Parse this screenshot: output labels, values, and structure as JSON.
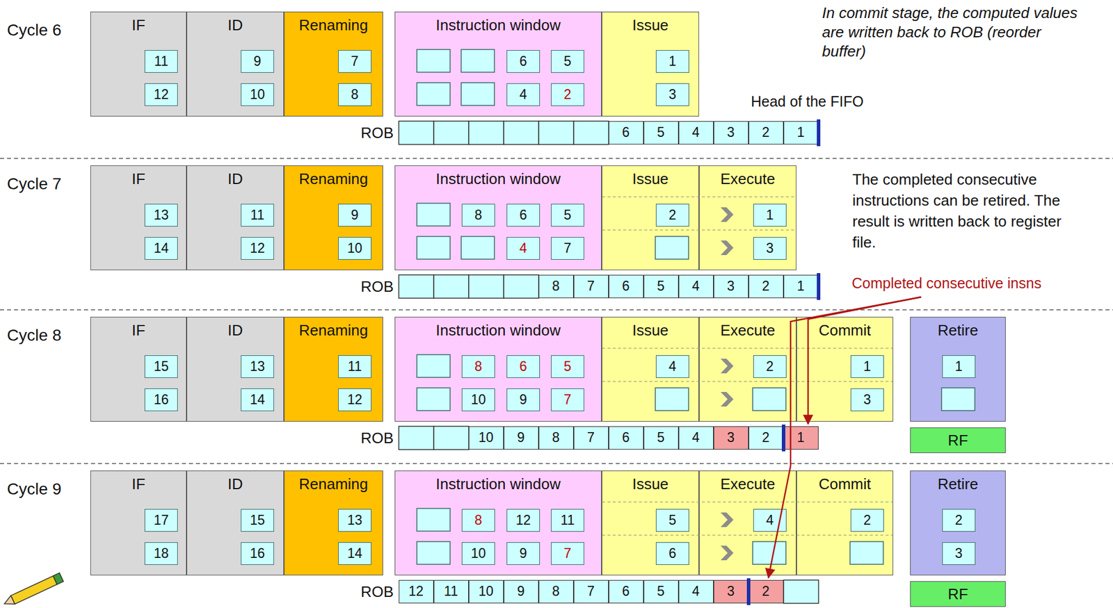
{
  "diagram": {
    "nodes": [
      {
        "text": [
          "IF"
        ]
      },
      {
        "text": [
          "11"
        ],
        "in": 0
      },
      {
        "text": [
          "12"
        ],
        "in": 0
      },
      {
        "text": [
          "ID"
        ]
      },
      {
        "text": [
          "9"
        ],
        "in": 3
      },
      {
        "text": [
          "10"
        ],
        "in": 3
      },
      {
        "text": [
          "Renaming"
        ]
      },
      {
        "text": [
          "7"
        ],
        "in": 6
      },
      {
        "text": [
          "8"
        ],
        "in": 6
      },
      {
        "text": [
          "Instruction window"
        ]
      },
      {
        "text": [
          "6"
        ],
        "in": 9
      },
      {
        "text": [
          "5"
        ],
        "in": 9
      },
      {
        "text": [
          "4"
        ],
        "in": 9
      },
      {
        "text": [
          "2"
        ],
        "in": 9
      },
      {
        "text": [
          "Issue"
        ]
      },
      {
        "text": [
          "1"
        ],
        "in": 14
      },
      {
        "text": [
          "3"
        ],
        "in": 14
      },
      {
        "text": [
          "ROB"
        ]
      },
      {
        "text": [
          "6"
        ],
        "in": 17
      },
      {
        "text": [
          "5"
        ],
        "in": 17
      },
      {
        "text": [
          "4"
        ],
        "in": 17
      },
      {
        "text": [
          "3"
        ],
        "in": 17
      },
      {
        "text": [
          "2"
        ],
        "in": 17
      },
      {
        "text": [
          "1"
        ],
        "in": 17
      },
      {
        "text": [
          "IF"
        ]
      },
      {
        "text": [
          "13"
        ],
        "in": 24
      },
      {
        "text": [
          "14"
        ],
        "in": 24
      },
      {
        "text": [
          "ID"
        ]
      },
      {
        "text": [
          "11"
        ],
        "in": 27
      },
      {
        "text": [
          "12"
        ],
        "in": 27
      },
      {
        "text": [
          "Renaming"
        ]
      },
      {
        "text": [
          "9"
        ],
        "in": 30
      },
      {
        "text": [
          "10"
        ],
        "in": 30
      },
      {
        "text": [
          "Instruction window"
        ]
      },
      {
        "text": [
          "8"
        ],
        "in": 33
      },
      {
        "text": [
          "6"
        ],
        "in": 33
      },
      {
        "text": [
          "5"
        ],
        "in": 33
      },
      {
        "text": [
          "4"
        ],
        "in": 33
      },
      {
        "text": [
          "7"
        ],
        "in": 33
      },
      {
        "text": [
          "Issue"
        ]
      },
      {
        "text": [
          "2"
        ],
        "in": 39
      },
      {
        "text": [
          "Execute"
        ]
      },
      {
        "text": [
          "1"
        ],
        "in": 41
      },
      {
        "text": [
          "3"
        ],
        "in": 41
      },
      {
        "text": [
          "ROB"
        ]
      },
      {
        "text": [
          "8"
        ],
        "in": 44
      },
      {
        "text": [
          "7"
        ],
        "in": 44
      },
      {
        "text": [
          "6"
        ],
        "in": 44
      },
      {
        "text": [
          "5"
        ],
        "in": 44
      },
      {
        "text": [
          "4"
        ],
        "in": 44
      },
      {
        "text": [
          "3"
        ],
        "in": 44
      },
      {
        "text": [
          "2"
        ],
        "in": 44
      },
      {
        "text": [
          "1"
        ],
        "in": 44
      },
      {
        "text": [
          "IF"
        ]
      },
      {
        "text": [
          "15"
        ],
        "in": 53
      },
      {
        "text": [
          "16"
        ],
        "in": 53
      },
      {
        "text": [
          "ID"
        ]
      },
      {
        "text": [
          "13"
        ],
        "in": 56
      },
      {
        "text": [
          "14"
        ],
        "in": 56
      },
      {
        "text": [
          "Renaming"
        ]
      },
      {
        "text": [
          "11"
        ],
        "in": 59
      },
      {
        "text": [
          "12"
        ],
        "in": 59
      },
      {
        "text": [
          "Instruction window"
        ]
      },
      {
        "text": [
          "8"
        ],
        "in": 62
      },
      {
        "text": [
          "6"
        ],
        "in": 62
      },
      {
        "text": [
          "5"
        ],
        "in": 62
      },
      {
        "text": [
          "10"
        ],
        "in": 62
      },
      {
        "text": [
          "9"
        ],
        "in": 62
      },
      {
        "text": [
          "7"
        ],
        "in": 62
      },
      {
        "text": [
          "Issue"
        ]
      },
      {
        "text": [
          "4"
        ],
        "in": 69
      },
      {
        "text": [
          "Execute"
        ]
      },
      {
        "text": [
          "2"
        ],
        "in": 71
      },
      {
        "text": [
          "Commit"
        ]
      },
      {
        "text": [
          "1"
        ],
        "in": 73
      },
      {
        "text": [
          "3"
        ],
        "in": 73
      },
      {
        "text": [
          "Retire"
        ]
      },
      {
        "text": [
          "1"
        ],
        "in": 76
      },
      {
        "text": [
          "RF"
        ]
      },
      {
        "text": [
          "ROB"
        ]
      },
      {
        "text": [
          "10"
        ],
        "in": 79
      },
      {
        "text": [
          "9"
        ],
        "in": 79
      },
      {
        "text": [
          "8"
        ],
        "in": 79
      },
      {
        "text": [
          "7"
        ],
        "in": 79
      },
      {
        "text": [
          "6"
        ],
        "in": 79
      },
      {
        "text": [
          "5"
        ],
        "in": 79
      },
      {
        "text": [
          "4"
        ],
        "in": 79
      },
      {
        "text": [
          "3"
        ],
        "in": 79
      },
      {
        "text": [
          "2"
        ],
        "in": 79
      },
      {
        "text": [
          "1"
        ],
        "in": 79
      },
      {
        "text": [
          "IF"
        ]
      },
      {
        "text": [
          "17"
        ],
        "in": 90
      },
      {
        "text": [
          "18"
        ],
        "in": 90
      },
      {
        "text": [
          "ID"
        ]
      },
      {
        "text": [
          "15"
        ],
        "in": 93
      },
      {
        "text": [
          "16"
        ],
        "in": 93
      },
      {
        "text": [
          "Renaming"
        ]
      },
      {
        "text": [
          "13"
        ],
        "in": 96
      },
      {
        "text": [
          "14"
        ],
        "in": 96
      },
      {
        "text": [
          "Instruction window"
        ]
      },
      {
        "text": [
          "8"
        ],
        "in": 99
      },
      {
        "text": [
          "12"
        ],
        "in": 99
      },
      {
        "text": [
          "11"
        ],
        "in": 99
      },
      {
        "text": [
          "10"
        ],
        "in": 99
      },
      {
        "text": [
          "9"
        ],
        "in": 99
      },
      {
        "text": [
          "7"
        ],
        "in": 99
      },
      {
        "text": [
          "Issue"
        ]
      },
      {
        "text": [
          "5"
        ],
        "in": 106
      },
      {
        "text": [
          "6"
        ],
        "in": 106
      },
      {
        "text": [
          "Execute"
        ]
      },
      {
        "text": [
          "4"
        ],
        "in": 109
      },
      {
        "text": [
          "Commit"
        ]
      },
      {
        "text": [
          "2"
        ],
        "in": 111
      },
      {
        "text": [
          "Retire"
        ]
      },
      {
        "text": [
          "2"
        ],
        "in": 113
      },
      {
        "text": [
          "3"
        ],
        "in": 113
      },
      {
        "text": [
          "RF"
        ]
      },
      {
        "text": [
          "ROB"
        ]
      },
      {
        "text": [
          "12"
        ],
        "in": 117
      },
      {
        "text": [
          "11"
        ],
        "in": 117
      },
      {
        "text": [
          "10"
        ],
        "in": 117
      },
      {
        "text": [
          "9"
        ],
        "in": 117
      },
      {
        "text": [
          "8"
        ],
        "in": 117
      },
      {
        "text": [
          "7"
        ],
        "in": 117
      },
      {
        "text": [
          "6"
        ],
        "in": 117
      },
      {
        "text": [
          "5"
        ],
        "in": 117
      },
      {
        "text": [
          "4"
        ],
        "in": 117
      },
      {
        "text": [
          "3"
        ],
        "in": 117
      },
      {
        "text": [
          "2"
        ],
        "in": 117
      }
    ],
    "labels": [
      "Cycle 6",
      "In commit stage, the computed values are written back to ROB (reorder buffer)",
      "Head of the FIFO",
      "Cycle 7",
      "The completed consecutive instructions can be retired. The result is written back to register file.",
      "Completed consecutive insns",
      "Cycle 8",
      "Cycle 9"
    ]
  }
}
